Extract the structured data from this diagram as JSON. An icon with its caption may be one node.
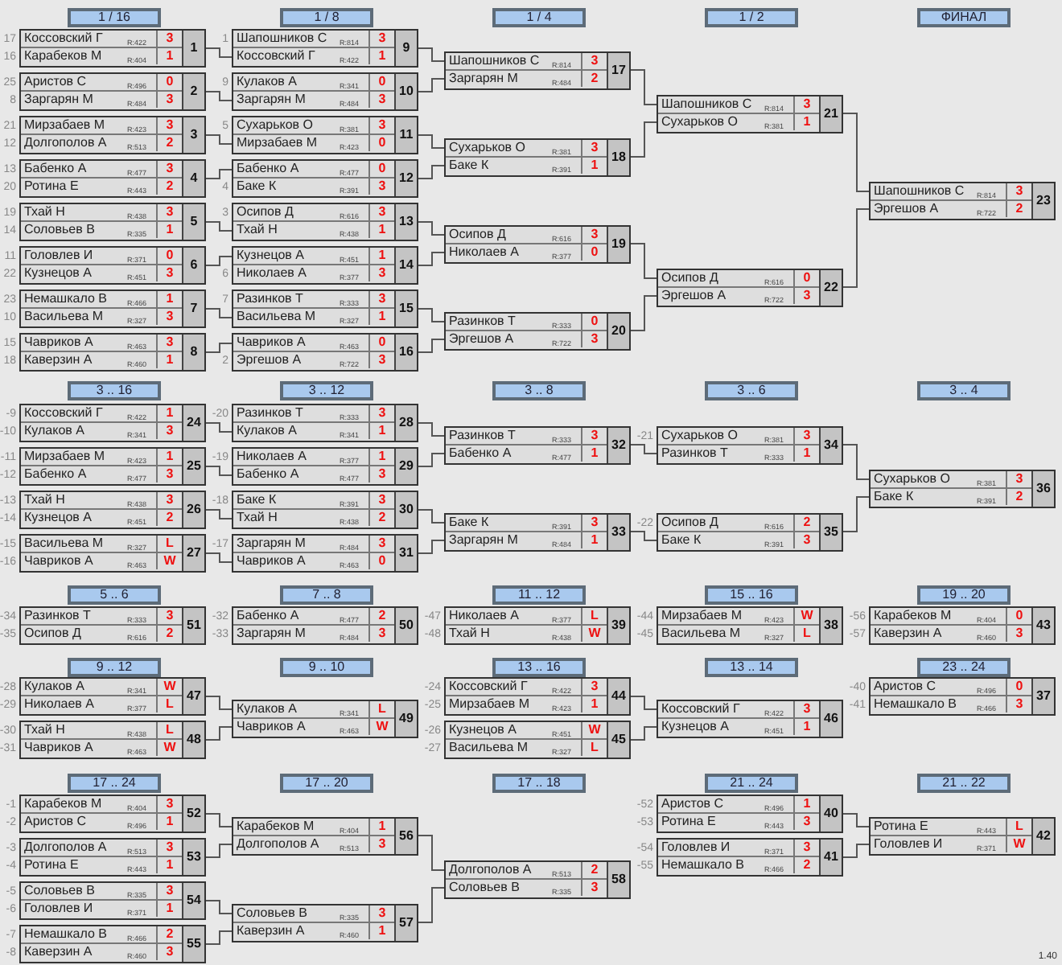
{
  "diagram": {
    "nodes": [
      {
        "text": [
          "1 / 16"
        ]
      },
      {
        "text": [
          "1 / 8"
        ]
      },
      {
        "text": [
          "1 / 4"
        ]
      },
      {
        "text": [
          "1 / 2"
        ]
      },
      {
        "text": [
          "ФИНАЛ"
        ]
      },
      {
        "text": [
          "1"
        ]
      },
      {
        "text": [
          "Коссовский Г",
          "R:422",
          "3"
        ],
        "in": 5,
        "beside": [
          "17"
        ]
      },
      {
        "text": [
          "Карабеков М",
          "R:404",
          "1"
        ],
        "in": 5,
        "beside": [
          "16"
        ]
      },
      {
        "text": [
          "2"
        ]
      },
      {
        "text": [
          "Аристов С",
          "R:496",
          "0"
        ],
        "in": 8,
        "beside": [
          "25"
        ]
      },
      {
        "text": [
          "Заргарян М",
          "R:484",
          "3"
        ],
        "in": 8,
        "beside": [
          "8"
        ]
      },
      {
        "text": [
          "3"
        ]
      },
      {
        "text": [
          "Мирзабаев М",
          "R:423",
          "3"
        ],
        "in": 11,
        "beside": [
          "21"
        ]
      },
      {
        "text": [
          "Долгополов А",
          "R:513",
          "2"
        ],
        "in": 11,
        "beside": [
          "12"
        ]
      },
      {
        "text": [
          "4"
        ]
      },
      {
        "text": [
          "Бабенко А",
          "R:477",
          "3"
        ],
        "in": 14,
        "beside": [
          "13"
        ]
      },
      {
        "text": [
          "Ротина Е",
          "R:443",
          "2"
        ],
        "in": 14,
        "beside": [
          "20"
        ]
      },
      {
        "text": [
          "5"
        ]
      },
      {
        "text": [
          "Тхай Н",
          "R:438",
          "3"
        ],
        "in": 17,
        "beside": [
          "19"
        ]
      },
      {
        "text": [
          "Соловьев В",
          "R:335",
          "1"
        ],
        "in": 17,
        "beside": [
          "14"
        ]
      },
      {
        "text": [
          "6"
        ]
      },
      {
        "text": [
          "Головлев И",
          "R:371",
          "0"
        ],
        "in": 20,
        "beside": [
          "11"
        ]
      },
      {
        "text": [
          "Кузнецов А",
          "R:451",
          "3"
        ],
        "in": 20,
        "beside": [
          "22"
        ]
      },
      {
        "text": [
          "7"
        ]
      },
      {
        "text": [
          "Немашкало В",
          "R:466",
          "1"
        ],
        "in": 23,
        "beside": [
          "23"
        ]
      },
      {
        "text": [
          "Васильева М",
          "R:327",
          "3"
        ],
        "in": 23,
        "beside": [
          "10"
        ]
      },
      {
        "text": [
          "8"
        ]
      },
      {
        "text": [
          "Чавриков А",
          "R:463",
          "3"
        ],
        "in": 26,
        "beside": [
          "15"
        ]
      },
      {
        "text": [
          "Каверзин А",
          "R:460",
          "1"
        ],
        "in": 26,
        "beside": [
          "18"
        ]
      },
      {
        "text": [
          "9"
        ]
      },
      {
        "text": [
          "Шапошников С",
          "R:814",
          "3"
        ],
        "in": 29,
        "beside": [
          "1"
        ]
      },
      {
        "text": [
          "Коссовский Г",
          "R:422",
          "1"
        ],
        "in": 29
      },
      {
        "text": [
          "10"
        ]
      },
      {
        "text": [
          "Кулаков А",
          "R:341",
          "0"
        ],
        "in": 32,
        "beside": [
          "9"
        ]
      },
      {
        "text": [
          "Заргарян М",
          "R:484",
          "3"
        ],
        "in": 32
      },
      {
        "text": [
          "11"
        ]
      },
      {
        "text": [
          "Сухарьков О",
          "R:381",
          "3"
        ],
        "in": 35,
        "beside": [
          "5"
        ]
      },
      {
        "text": [
          "Мирзабаев М",
          "R:423",
          "0"
        ],
        "in": 35
      },
      {
        "text": [
          "12"
        ]
      },
      {
        "text": [
          "Бабенко А",
          "R:477",
          "0"
        ],
        "in": 38
      },
      {
        "text": [
          "Баке К",
          "R:391",
          "3"
        ],
        "in": 38,
        "beside": [
          "4"
        ]
      },
      {
        "text": [
          "13"
        ]
      },
      {
        "text": [
          "Осипов Д",
          "R:616",
          "3"
        ],
        "in": 41,
        "beside": [
          "3"
        ]
      },
      {
        "text": [
          "Тхай Н",
          "R:438",
          "1"
        ],
        "in": 41
      },
      {
        "text": [
          "14"
        ]
      },
      {
        "text": [
          "Кузнецов А",
          "R:451",
          "1"
        ],
        "in": 44
      },
      {
        "text": [
          "Николаев А",
          "R:377",
          "3"
        ],
        "in": 44,
        "beside": [
          "6"
        ]
      },
      {
        "text": [
          "15"
        ]
      },
      {
        "text": [
          "Разинков Т",
          "R:333",
          "3"
        ],
        "in": 47,
        "beside": [
          "7"
        ]
      },
      {
        "text": [
          "Васильева М",
          "R:327",
          "1"
        ],
        "in": 47
      },
      {
        "text": [
          "16"
        ]
      },
      {
        "text": [
          "Чавриков А",
          "R:463",
          "0"
        ],
        "in": 50
      },
      {
        "text": [
          "Эргешов А",
          "R:722",
          "3"
        ],
        "in": 50,
        "beside": [
          "2"
        ]
      },
      {
        "text": [
          "17"
        ]
      },
      {
        "text": [
          "Шапошников С",
          "R:814",
          "3"
        ],
        "in": 53
      },
      {
        "text": [
          "Заргарян М",
          "R:484",
          "2"
        ],
        "in": 53
      },
      {
        "text": [
          "18"
        ]
      },
      {
        "text": [
          "Сухарьков О",
          "R:381",
          "3"
        ],
        "in": 56
      },
      {
        "text": [
          "Баке К",
          "R:391",
          "1"
        ],
        "in": 56
      },
      {
        "text": [
          "19"
        ]
      },
      {
        "text": [
          "Осипов Д",
          "R:616",
          "3"
        ],
        "in": 59
      },
      {
        "text": [
          "Николаев А",
          "R:377",
          "0"
        ],
        "in": 59
      },
      {
        "text": [
          "20"
        ]
      },
      {
        "text": [
          "Разинков Т",
          "R:333",
          "0"
        ],
        "in": 62
      },
      {
        "text": [
          "Эргешов А",
          "R:722",
          "3"
        ],
        "in": 62
      },
      {
        "text": [
          "21"
        ]
      },
      {
        "text": [
          "Шапошников С",
          "R:814",
          "3"
        ],
        "in": 65
      },
      {
        "text": [
          "Сухарьков О",
          "R:381",
          "1"
        ],
        "in": 65
      },
      {
        "text": [
          "22"
        ]
      },
      {
        "text": [
          "Осипов Д",
          "R:616",
          "0"
        ],
        "in": 68
      },
      {
        "text": [
          "Эргешов А",
          "R:722",
          "3"
        ],
        "in": 68
      },
      {
        "text": [
          "23"
        ]
      },
      {
        "text": [
          "Шапошников С",
          "R:814",
          "3"
        ],
        "in": 71
      },
      {
        "text": [
          "Эргешов А",
          "R:722",
          "2"
        ],
        "in": 71
      },
      {
        "text": [
          "3 .. 16"
        ]
      },
      {
        "text": [
          "3 .. 12"
        ]
      },
      {
        "text": [
          "3 .. 8"
        ]
      },
      {
        "text": [
          "3 .. 6"
        ]
      },
      {
        "text": [
          "3 .. 4"
        ]
      },
      {
        "text": [
          "24"
        ]
      },
      {
        "text": [
          "Коссовский Г",
          "R:422",
          "1"
        ],
        "in": 79,
        "beside": [
          "-9"
        ]
      },
      {
        "text": [
          "Кулаков А",
          "R:341",
          "3"
        ],
        "in": 79,
        "beside": [
          "-10"
        ]
      },
      {
        "text": [
          "25"
        ]
      },
      {
        "text": [
          "Мирзабаев М",
          "R:423",
          "1"
        ],
        "in": 82,
        "beside": [
          "-11"
        ]
      },
      {
        "text": [
          "Бабенко А",
          "R:477",
          "3"
        ],
        "in": 82,
        "beside": [
          "-12"
        ]
      },
      {
        "text": [
          "26"
        ]
      },
      {
        "text": [
          "Тхай Н",
          "R:438",
          "3"
        ],
        "in": 85,
        "beside": [
          "-13"
        ]
      },
      {
        "text": [
          "Кузнецов А",
          "R:451",
          "2"
        ],
        "in": 85,
        "beside": [
          "-14"
        ]
      },
      {
        "text": [
          "27"
        ]
      },
      {
        "text": [
          "Васильева М",
          "R:327",
          "L"
        ],
        "in": 88,
        "beside": [
          "-15"
        ]
      },
      {
        "text": [
          "Чавриков А",
          "R:463",
          "W"
        ],
        "in": 88,
        "beside": [
          "-16"
        ]
      },
      {
        "text": [
          "28"
        ]
      },
      {
        "text": [
          "Разинков Т",
          "R:333",
          "3"
        ],
        "in": 91,
        "beside": [
          "-20"
        ]
      },
      {
        "text": [
          "Кулаков А",
          "R:341",
          "1"
        ],
        "in": 91
      },
      {
        "text": [
          "29"
        ]
      },
      {
        "text": [
          "Николаев А",
          "R:377",
          "1"
        ],
        "in": 94,
        "beside": [
          "-19"
        ]
      },
      {
        "text": [
          "Бабенко А",
          "R:477",
          "3"
        ],
        "in": 94
      },
      {
        "text": [
          "30"
        ]
      },
      {
        "text": [
          "Баке К",
          "R:391",
          "3"
        ],
        "in": 97,
        "beside": [
          "-18"
        ]
      },
      {
        "text": [
          "Тхай Н",
          "R:438",
          "2"
        ],
        "in": 97
      },
      {
        "text": [
          "31"
        ]
      },
      {
        "text": [
          "Заргарян М",
          "R:484",
          "3"
        ],
        "in": 100,
        "beside": [
          "-17"
        ]
      },
      {
        "text": [
          "Чавриков А",
          "R:463",
          "0"
        ],
        "in": 100
      },
      {
        "text": [
          "32"
        ]
      },
      {
        "text": [
          "Разинков Т",
          "R:333",
          "3"
        ],
        "in": 103
      },
      {
        "text": [
          "Бабенко А",
          "R:477",
          "1"
        ],
        "in": 103
      },
      {
        "text": [
          "33"
        ]
      },
      {
        "text": [
          "Баке К",
          "R:391",
          "3"
        ],
        "in": 106
      },
      {
        "text": [
          "Заргарян М",
          "R:484",
          "1"
        ],
        "in": 106
      },
      {
        "text": [
          "34"
        ]
      },
      {
        "text": [
          "Сухарьков О",
          "R:381",
          "3"
        ],
        "in": 109,
        "beside": [
          "-21"
        ]
      },
      {
        "text": [
          "Разинков Т",
          "R:333",
          "1"
        ],
        "in": 109
      },
      {
        "text": [
          "35"
        ]
      },
      {
        "text": [
          "Осипов Д",
          "R:616",
          "2"
        ],
        "in": 112,
        "beside": [
          "-22"
        ]
      },
      {
        "text": [
          "Баке К",
          "R:391",
          "3"
        ],
        "in": 112
      },
      {
        "text": [
          "36"
        ]
      },
      {
        "text": [
          "Сухарьков О",
          "R:381",
          "3"
        ],
        "in": 115
      },
      {
        "text": [
          "Баке К",
          "R:391",
          "2"
        ],
        "in": 115
      },
      {
        "text": [
          "5 .. 6"
        ]
      },
      {
        "text": [
          "7 .. 8"
        ]
      },
      {
        "text": [
          "11 .. 12"
        ]
      },
      {
        "text": [
          "15 .. 16"
        ]
      },
      {
        "text": [
          "19 .. 20"
        ]
      },
      {
        "text": [
          "51"
        ]
      },
      {
        "text": [
          "Разинков Т",
          "R:333",
          "3"
        ],
        "in": 123,
        "beside": [
          "-34"
        ]
      },
      {
        "text": [
          "Осипов Д",
          "R:616",
          "2"
        ],
        "in": 123,
        "beside": [
          "-35"
        ]
      },
      {
        "text": [
          "50"
        ]
      },
      {
        "text": [
          "Бабенко А",
          "R:477",
          "2"
        ],
        "in": 126,
        "beside": [
          "-32"
        ]
      },
      {
        "text": [
          "Заргарян М",
          "R:484",
          "3"
        ],
        "in": 126,
        "beside": [
          "-33"
        ]
      },
      {
        "text": [
          "39"
        ]
      },
      {
        "text": [
          "Николаев А",
          "R:377",
          "L"
        ],
        "in": 129,
        "beside": [
          "-47"
        ]
      },
      {
        "text": [
          "Тхай Н",
          "R:438",
          "W"
        ],
        "in": 129,
        "beside": [
          "-48"
        ]
      },
      {
        "text": [
          "38"
        ]
      },
      {
        "text": [
          "Мирзабаев М",
          "R:423",
          "W"
        ],
        "in": 132,
        "beside": [
          "-44"
        ]
      },
      {
        "text": [
          "Васильева М",
          "R:327",
          "L"
        ],
        "in": 132,
        "beside": [
          "-45"
        ]
      },
      {
        "text": [
          "43"
        ]
      },
      {
        "text": [
          "Карабеков М",
          "R:404",
          "0"
        ],
        "in": 135,
        "beside": [
          "-56"
        ]
      },
      {
        "text": [
          "Каверзин А",
          "R:460",
          "3"
        ],
        "in": 135,
        "beside": [
          "-57"
        ]
      },
      {
        "text": [
          "9 .. 12"
        ]
      },
      {
        "text": [
          "9 .. 10"
        ]
      },
      {
        "text": [
          "13 .. 16"
        ]
      },
      {
        "text": [
          "13 .. 14"
        ]
      },
      {
        "text": [
          "23 .. 24"
        ]
      },
      {
        "text": [
          "47"
        ]
      },
      {
        "text": [
          "Кулаков А",
          "R:341",
          "W"
        ],
        "in": 143,
        "beside": [
          "-28"
        ]
      },
      {
        "text": [
          "Николаев А",
          "R:377",
          "L"
        ],
        "in": 143,
        "beside": [
          "-29"
        ]
      },
      {
        "text": [
          "48"
        ]
      },
      {
        "text": [
          "Тхай Н",
          "R:438",
          "L"
        ],
        "in": 146,
        "beside": [
          "-30"
        ]
      },
      {
        "text": [
          "Чавриков А",
          "R:463",
          "W"
        ],
        "in": 146,
        "beside": [
          "-31"
        ]
      },
      {
        "text": [
          "49"
        ]
      },
      {
        "text": [
          "Кулаков А",
          "R:341",
          "L"
        ],
        "in": 149
      },
      {
        "text": [
          "Чавриков А",
          "R:463",
          "W"
        ],
        "in": 149
      },
      {
        "text": [
          "44"
        ]
      },
      {
        "text": [
          "Коссовский Г",
          "R:422",
          "3"
        ],
        "in": 152,
        "beside": [
          "-24"
        ]
      },
      {
        "text": [
          "Мирзабаев М",
          "R:423",
          "1"
        ],
        "in": 152,
        "beside": [
          "-25"
        ]
      },
      {
        "text": [
          "45"
        ]
      },
      {
        "text": [
          "Кузнецов А",
          "R:451",
          "W"
        ],
        "in": 155,
        "beside": [
          "-26"
        ]
      },
      {
        "text": [
          "Васильева М",
          "R:327",
          "L"
        ],
        "in": 155,
        "beside": [
          "-27"
        ]
      },
      {
        "text": [
          "46"
        ]
      },
      {
        "text": [
          "Коссовский Г",
          "R:422",
          "3"
        ],
        "in": 158
      },
      {
        "text": [
          "Кузнецов А",
          "R:451",
          "1"
        ],
        "in": 158
      },
      {
        "text": [
          "37"
        ]
      },
      {
        "text": [
          "Аристов С",
          "R:496",
          "0"
        ],
        "in": 161,
        "beside": [
          "-40"
        ]
      },
      {
        "text": [
          "Немашкало В",
          "R:466",
          "3"
        ],
        "in": 161,
        "beside": [
          "-41"
        ]
      },
      {
        "text": [
          "17 .. 24"
        ]
      },
      {
        "text": [
          "17 .. 20"
        ]
      },
      {
        "text": [
          "17 .. 18"
        ]
      },
      {
        "text": [
          "21 .. 24"
        ]
      },
      {
        "text": [
          "21 .. 22"
        ]
      },
      {
        "text": [
          "52"
        ]
      },
      {
        "text": [
          "Карабеков М",
          "R:404",
          "3"
        ],
        "in": 169,
        "beside": [
          "-1"
        ]
      },
      {
        "text": [
          "Аристов С",
          "R:496",
          "1"
        ],
        "in": 169,
        "beside": [
          "-2"
        ]
      },
      {
        "text": [
          "53"
        ]
      },
      {
        "text": [
          "Долгополов А",
          "R:513",
          "3"
        ],
        "in": 172,
        "beside": [
          "-3"
        ]
      },
      {
        "text": [
          "Ротина Е",
          "R:443",
          "1"
        ],
        "in": 172,
        "beside": [
          "-4"
        ]
      },
      {
        "text": [
          "54"
        ]
      },
      {
        "text": [
          "Соловьев В",
          "R:335",
          "3"
        ],
        "in": 175,
        "beside": [
          "-5"
        ]
      },
      {
        "text": [
          "Головлев И",
          "R:371",
          "1"
        ],
        "in": 175,
        "beside": [
          "-6"
        ]
      },
      {
        "text": [
          "55"
        ]
      },
      {
        "text": [
          "Немашкало В",
          "R:466",
          "2"
        ],
        "in": 178,
        "beside": [
          "-7"
        ]
      },
      {
        "text": [
          "Каверзин А",
          "R:460",
          "3"
        ],
        "in": 178,
        "beside": [
          "-8"
        ]
      },
      {
        "text": [
          "56"
        ]
      },
      {
        "text": [
          "Карабеков М",
          "R:404",
          "1"
        ],
        "in": 181
      },
      {
        "text": [
          "Долгополов А",
          "R:513",
          "3"
        ],
        "in": 181
      },
      {
        "text": [
          "57"
        ]
      },
      {
        "text": [
          "Соловьев В",
          "R:335",
          "3"
        ],
        "in": 184
      },
      {
        "text": [
          "Каверзин А",
          "R:460",
          "1"
        ],
        "in": 184
      },
      {
        "text": [
          "58"
        ]
      },
      {
        "text": [
          "Долгополов А",
          "R:513",
          "2"
        ],
        "in": 187
      },
      {
        "text": [
          "Соловьев В",
          "R:335",
          "3"
        ],
        "in": 187
      },
      {
        "text": [
          "40"
        ]
      },
      {
        "text": [
          "Аристов С",
          "R:496",
          "1"
        ],
        "in": 190,
        "beside": [
          "-52"
        ]
      },
      {
        "text": [
          "Ротина Е",
          "R:443",
          "3"
        ],
        "in": 190,
        "beside": [
          "-53"
        ]
      },
      {
        "text": [
          "41"
        ]
      },
      {
        "text": [
          "Головлев И",
          "R:371",
          "3"
        ],
        "in": 193,
        "beside": [
          "-54"
        ]
      },
      {
        "text": [
          "Немашкало В",
          "R:466",
          "2"
        ],
        "in": 193,
        "beside": [
          "-55"
        ]
      },
      {
        "text": [
          "42"
        ]
      },
      {
        "text": [
          "Ротина Е",
          "R:443",
          "L"
        ],
        "in": 196
      },
      {
        "text": [
          "Головлев И",
          "R:371",
          "W"
        ],
        "in": 196
      }
    ],
    "edges": [
      {
        "from": 5,
        "to": 31,
        "arrow": "none"
      },
      {
        "from": 8,
        "to": 34,
        "arrow": "none"
      },
      {
        "from": 11,
        "to": 37,
        "arrow": "none"
      },
      {
        "from": 14,
        "to": 39,
        "arrow": "none"
      },
      {
        "from": 17,
        "to": 43,
        "arrow": "none"
      },
      {
        "from": 20,
        "to": 45,
        "arrow": "none"
      },
      {
        "from": 23,
        "to": 49,
        "arrow": "none"
      },
      {
        "from": 26,
        "to": 51,
        "arrow": "none"
      },
      {
        "from": 29,
        "to": 54,
        "arrow": "none"
      },
      {
        "from": 32,
        "to": 55,
        "arrow": "none"
      },
      {
        "from": 35,
        "to": 57,
        "arrow": "none"
      },
      {
        "from": 38,
        "to": 58,
        "arrow": "none"
      },
      {
        "from": 41,
        "to": 60,
        "arrow": "none"
      },
      {
        "from": 44,
        "to": 61,
        "arrow": "none"
      },
      {
        "from": 47,
        "to": 63,
        "arrow": "none"
      },
      {
        "from": 50,
        "to": 64,
        "arrow": "none"
      },
      {
        "from": 53,
        "to": 66,
        "arrow": "none"
      },
      {
        "from": 56,
        "to": 67,
        "arrow": "none"
      },
      {
        "from": 59,
        "to": 69,
        "arrow": "none"
      },
      {
        "from": 62,
        "to": 70,
        "arrow": "none"
      },
      {
        "from": 65,
        "to": 72,
        "arrow": "none"
      },
      {
        "from": 68,
        "to": 73,
        "arrow": "none"
      },
      {
        "from": 79,
        "to": 93,
        "arrow": "none"
      },
      {
        "from": 82,
        "to": 96,
        "arrow": "none"
      },
      {
        "from": 85,
        "to": 99,
        "arrow": "none"
      },
      {
        "from": 88,
        "to": 102,
        "arrow": "none"
      },
      {
        "from": 91,
        "to": 104,
        "arrow": "none"
      },
      {
        "from": 94,
        "to": 105,
        "arrow": "none"
      },
      {
        "from": 97,
        "to": 107,
        "arrow": "none"
      },
      {
        "from": 100,
        "to": 108,
        "arrow": "none"
      },
      {
        "from": 103,
        "to": 111,
        "arrow": "none"
      },
      {
        "from": 106,
        "to": 114,
        "arrow": "none"
      },
      {
        "from": 109,
        "to": 116,
        "arrow": "none"
      },
      {
        "from": 112,
        "to": 117,
        "arrow": "none"
      },
      {
        "from": 143,
        "to": 150,
        "arrow": "none"
      },
      {
        "from": 146,
        "to": 151,
        "arrow": "none"
      },
      {
        "from": 152,
        "to": 159,
        "arrow": "none"
      },
      {
        "from": 155,
        "to": 160,
        "arrow": "none"
      },
      {
        "from": 169,
        "to": 182,
        "arrow": "none"
      },
      {
        "from": 172,
        "to": 183,
        "arrow": "none"
      },
      {
        "from": 175,
        "to": 185,
        "arrow": "none"
      },
      {
        "from": 178,
        "to": 186,
        "arrow": "none"
      },
      {
        "from": 181,
        "to": 188,
        "arrow": "none"
      },
      {
        "from": 184,
        "to": 189,
        "arrow": "none"
      },
      {
        "from": 190,
        "to": 197,
        "arrow": "none"
      },
      {
        "from": 193,
        "to": 198,
        "arrow": "none"
      }
    ],
    "labels": [
      "1.40"
    ]
  }
}
